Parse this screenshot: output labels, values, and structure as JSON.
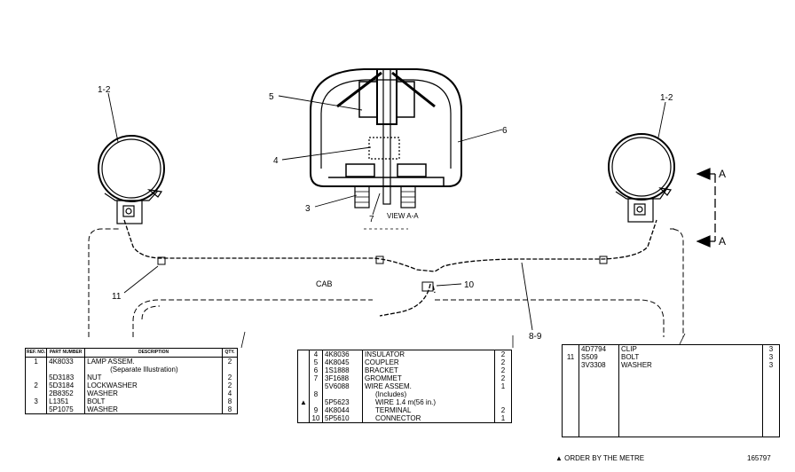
{
  "callouts": {
    "lamp_left": "1-2",
    "lamp_right": "1-2",
    "insulator": "4",
    "coupler": "5",
    "bracket_3": "3",
    "grommet_7": "7",
    "wire_6": "6",
    "clip_11": "11",
    "connector_10": "10",
    "wire_8_9": "8-9"
  },
  "labels": {
    "view": "VIEW A-A",
    "cab": "CAB",
    "section_a_top": "A",
    "section_a_bottom": "A"
  },
  "table1": {
    "headers": {
      "ref": "REF. NO.",
      "part": "PART NUMBER",
      "desc": "DESCRIPTION",
      "qty": "QTY."
    },
    "rows": [
      {
        "ref": "1",
        "part": "4K8033",
        "desc": "LAMP ASSEM.",
        "qty": "2"
      },
      {
        "ref": "",
        "part": "",
        "desc": "(Separate Illustration)",
        "qty": ""
      },
      {
        "ref": "",
        "part": "5D3183",
        "desc": "NUT",
        "qty": "2"
      },
      {
        "ref": "2",
        "part": "5D3184",
        "desc": "LOCKWASHER",
        "qty": "2"
      },
      {
        "ref": "",
        "part": "2B8352",
        "desc": "WASHER",
        "qty": "4"
      },
      {
        "ref": "3",
        "part": "L1351",
        "desc": "BOLT",
        "qty": "8"
      },
      {
        "ref": "",
        "part": "5P1075",
        "desc": "WASHER",
        "qty": "8"
      }
    ]
  },
  "table2": {
    "rows": [
      {
        "mark": "",
        "ref": "4",
        "part": "4K8036",
        "desc": "INSULATOR",
        "qty": "2"
      },
      {
        "mark": "",
        "ref": "5",
        "part": "4K8045",
        "desc": "COUPLER",
        "qty": "2"
      },
      {
        "mark": "",
        "ref": "6",
        "part": "1S1888",
        "desc": "BRACKET",
        "qty": "2"
      },
      {
        "mark": "",
        "ref": "7",
        "part": "3F1688",
        "desc": "GROMMET",
        "qty": "2"
      },
      {
        "mark": "",
        "ref": "",
        "part": "5V6088",
        "desc": "WIRE ASSEM.",
        "qty": "1"
      },
      {
        "mark": "",
        "ref": "8",
        "part": "",
        "desc": "(Includes)",
        "qty": ""
      },
      {
        "mark": "▲",
        "ref": "",
        "part": "5P5623",
        "desc": "WIRE",
        "qty": "1.4 m(56 in.)"
      },
      {
        "mark": "",
        "ref": "9",
        "part": "4K8044",
        "desc": "TERMINAL",
        "qty": "2"
      },
      {
        "mark": "",
        "ref": "10",
        "part": "5P5610",
        "desc": "CONNECTOR",
        "qty": "1"
      }
    ]
  },
  "table3": {
    "ref": "11",
    "rows": [
      {
        "part": "4D7794",
        "desc": "CLIP",
        "qty": "3"
      },
      {
        "part": "S509",
        "desc": "BOLT",
        "qty": "3"
      },
      {
        "part": "3V3308",
        "desc": "WASHER",
        "qty": "3"
      }
    ]
  },
  "footer": {
    "note": "▲ ORDER BY THE METRE",
    "code": "165797"
  }
}
